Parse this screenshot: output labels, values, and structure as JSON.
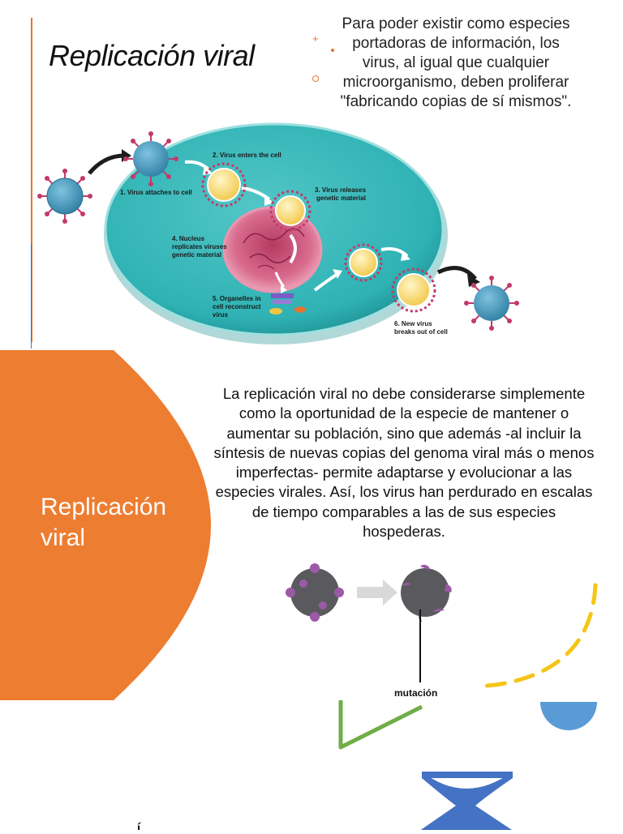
{
  "slide1": {
    "title": "Replicación viral",
    "intro_text": "Para poder existir como especies portadoras de información, los virus, al igual que cualquier microorganismo, deben proliferar \"fabricando copias de sí mismos\".",
    "diagram": {
      "step1": "1. Virus attaches to cell",
      "step2": "2. Virus enters the cell",
      "step3_line1": "3. Virus releases",
      "step3_line2": "genetic material",
      "step4_line1": "4. Nucleus",
      "step4_line2": "replicates viruses",
      "step4_line3": "genetic material",
      "step5_line1": "5. Organelles in",
      "step5_line2": "cell reconstruct",
      "step5_line3": "virus",
      "step6_line1": "6. New virus",
      "step6_line2": "breaks out of cell"
    }
  },
  "slide2": {
    "title_line1": "Replicación",
    "title_line2": "viral",
    "body_text": "La replicación viral no debe considerarse simplemente como la oportunidad de la especie de mantener o aumentar su población, sino que además -al incluir la síntesis de nuevas copias del genoma viral más o menos imperfectas- permite adaptarse y evolucionar a las especies virales. Así, los virus han perdurado en escalas de tiempo comparables a las de sus especies hospederas.",
    "mutation_label": "mutación"
  },
  "colors": {
    "orange": "#ed7d31",
    "cell_teal": "#2fb2b4",
    "nucleus_pink": "#c4456e",
    "virus_blue": "#3f8fb3",
    "virus_spike": "#c23a6a",
    "mutation_purple": "#9b5aa6",
    "deco_yellow": "#f5c518",
    "deco_green": "#70ad47",
    "deco_blue": "#5b9bd5",
    "deco_dark_blue": "#4472c4"
  }
}
